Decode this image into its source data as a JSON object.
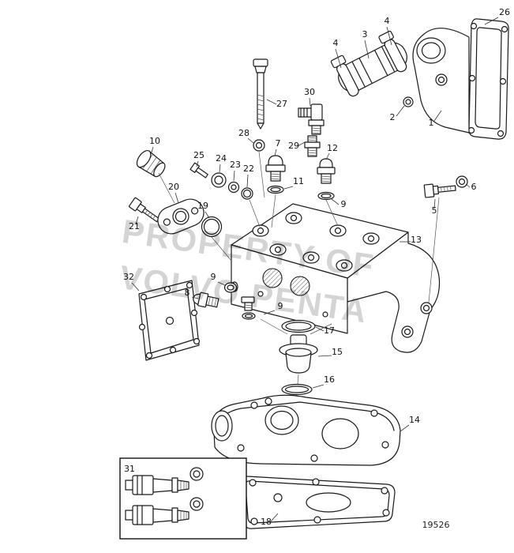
{
  "diagram": {
    "figure_number": "19526",
    "watermark": {
      "line1": "PROPERTY OF",
      "line2": "VOLVO PENTA",
      "color": "#d4d4d4"
    },
    "line_color": "#1a1a1a",
    "callouts": [
      {
        "n": "26",
        "t": [
          639,
          19
        ],
        "l": [
          631,
          22,
          614,
          31
        ]
      },
      {
        "n": "4",
        "t": [
          490,
          30
        ],
        "l": [
          490,
          34,
          496,
          57
        ]
      },
      {
        "n": "3",
        "t": [
          462,
          47
        ],
        "l": [
          462,
          51,
          467,
          74
        ]
      },
      {
        "n": "4",
        "t": [
          425,
          58
        ],
        "l": [
          425,
          62,
          432,
          86
        ]
      },
      {
        "n": "2",
        "t": [
          497,
          152
        ],
        "l": [
          502,
          147,
          512,
          134
        ]
      },
      {
        "n": "1",
        "t": [
          546,
          159
        ],
        "l": [
          550,
          153,
          559,
          140
        ]
      },
      {
        "n": "30",
        "t": [
          392,
          120
        ],
        "l": [
          392,
          124,
          393,
          134
        ]
      },
      {
        "n": "27",
        "t": [
          357,
          135
        ],
        "l": [
          350,
          132,
          338,
          126
        ]
      },
      {
        "n": "28",
        "t": [
          309,
          172
        ],
        "l": [
          314,
          175,
          321,
          181
        ]
      },
      {
        "n": "7",
        "t": [
          352,
          185
        ],
        "l": [
          350,
          189,
          348,
          197
        ]
      },
      {
        "n": "29",
        "t": [
          372,
          188
        ],
        "l": [
          377,
          185,
          386,
          180
        ]
      },
      {
        "n": "12",
        "t": [
          421,
          191
        ],
        "l": [
          417,
          194,
          413,
          202
        ]
      },
      {
        "n": "10",
        "t": [
          196,
          182
        ],
        "l": [
          194,
          186,
          191,
          196
        ]
      },
      {
        "n": "25",
        "t": [
          252,
          200
        ],
        "l": [
          251,
          204,
          249,
          211
        ]
      },
      {
        "n": "24",
        "t": [
          280,
          204
        ],
        "l": [
          279,
          208,
          278,
          218
        ]
      },
      {
        "n": "23",
        "t": [
          298,
          212
        ],
        "l": [
          297,
          216,
          296,
          229
        ]
      },
      {
        "n": "22",
        "t": [
          315,
          217
        ],
        "l": [
          314,
          221,
          313,
          237
        ]
      },
      {
        "n": "11",
        "t": [
          378,
          233
        ],
        "l": [
          371,
          236,
          360,
          239
        ]
      },
      {
        "n": "20",
        "t": [
          220,
          240
        ],
        "l": [
          222,
          244,
          226,
          257
        ]
      },
      {
        "n": "9",
        "t": [
          435,
          262
        ],
        "l": [
          429,
          259,
          420,
          252
        ]
      },
      {
        "n": "19",
        "t": [
          257,
          264
        ],
        "l": [
          260,
          268,
          265,
          276
        ]
      },
      {
        "n": "21",
        "t": [
          170,
          290
        ],
        "l": [
          172,
          284,
          175,
          274
        ]
      },
      {
        "n": "13",
        "t": [
          527,
          307
        ],
        "l": [
          520,
          306,
          506,
          306
        ]
      },
      {
        "n": "6",
        "t": [
          600,
          240
        ],
        "l": [
          595,
          237,
          590,
          233
        ]
      },
      {
        "n": "5",
        "t": [
          550,
          270
        ],
        "l": [
          550,
          264,
          551,
          252
        ]
      },
      {
        "n": "32",
        "t": [
          163,
          354
        ],
        "l": [
          167,
          358,
          176,
          368
        ]
      },
      {
        "n": "9",
        "t": [
          270,
          354
        ],
        "l": [
          276,
          357,
          285,
          361
        ]
      },
      {
        "n": "8",
        "t": [
          237,
          374
        ],
        "l": [
          243,
          376,
          251,
          378
        ]
      },
      {
        "n": "9",
        "t": [
          355,
          391
        ],
        "l": [
          348,
          393,
          334,
          398
        ]
      },
      {
        "n": "17",
        "t": [
          417,
          422
        ],
        "l": [
          410,
          419,
          400,
          414
        ]
      },
      {
        "n": "15",
        "t": [
          427,
          449
        ],
        "l": [
          420,
          450,
          403,
          451
        ]
      },
      {
        "n": "16",
        "t": [
          417,
          484
        ],
        "l": [
          410,
          487,
          396,
          491
        ]
      },
      {
        "n": "14",
        "t": [
          525,
          535
        ],
        "l": [
          518,
          538,
          507,
          546
        ]
      },
      {
        "n": "18",
        "t": [
          337,
          664
        ],
        "l": [
          343,
          660,
          352,
          650
        ]
      },
      {
        "n": "31",
        "t": [
          164,
          597
        ],
        "l": null
      }
    ]
  }
}
